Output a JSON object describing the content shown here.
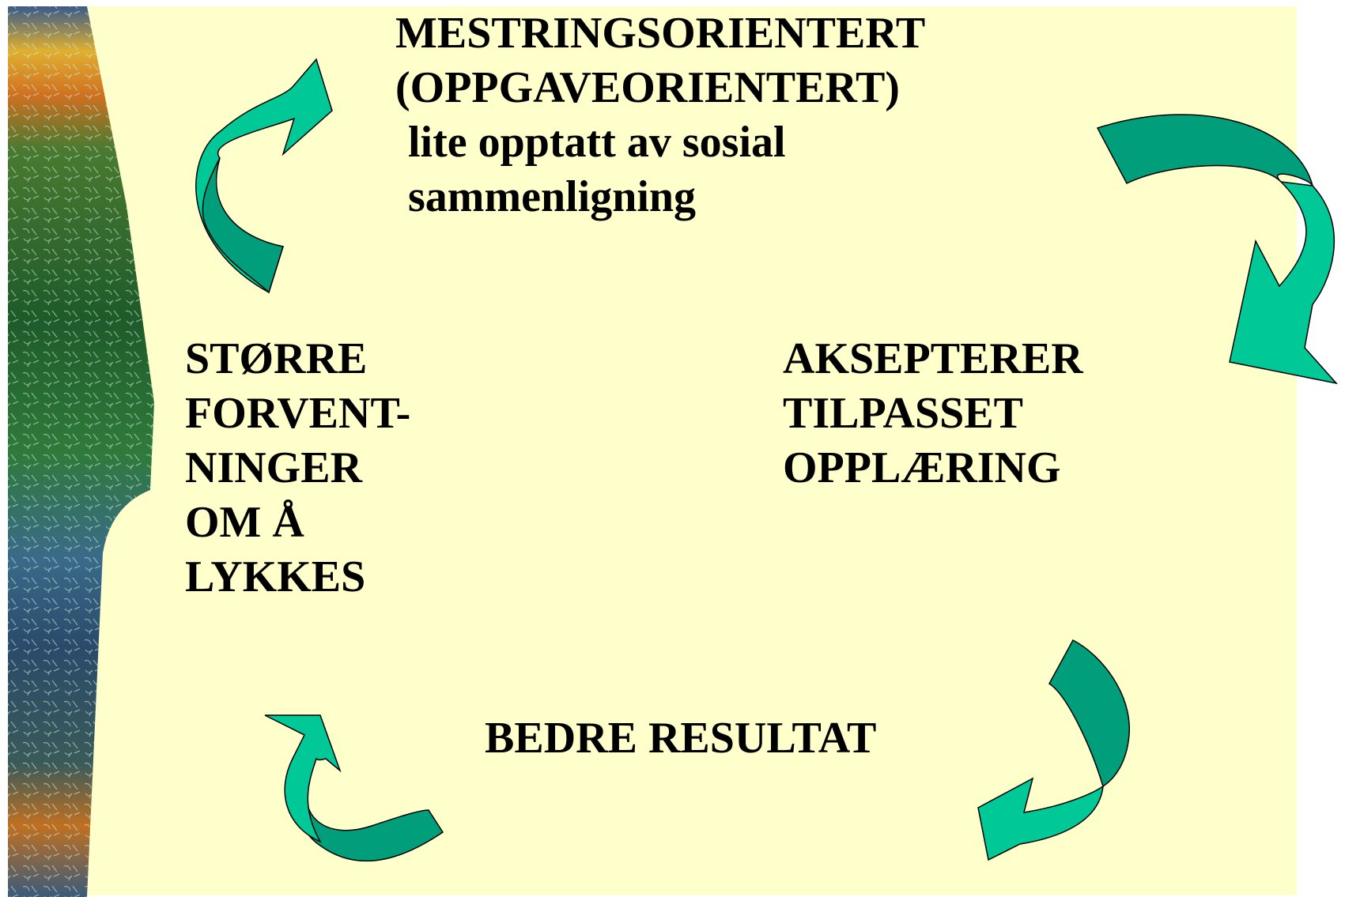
{
  "colors": {
    "background": "#ffffcc",
    "arrow_light": "#00c896",
    "arrow_dark": "#009e7a",
    "text": "#000000"
  },
  "top_block": {
    "line1": "MESTRINGSORIENTERT",
    "line2": "(OPPGAVEORIENTERT)",
    "line3": "lite opptatt av sosial",
    "line4": "sammenligning"
  },
  "left_block": {
    "line1": "STØRRE",
    "line2": "FORVENT-",
    "line3": "NINGER",
    "line4": "OM Å",
    "line5": "LYKKES"
  },
  "right_block": {
    "line1": "AKSEPTERER",
    "line2": "TILPASSET",
    "line3": "OPPLÆRING"
  },
  "bottom_block": {
    "line1": "BEDRE RESULTAT"
  },
  "icons": [
    "curved-arrow-icon",
    "curved-arrow-icon",
    "curved-arrow-icon",
    "curved-arrow-icon"
  ]
}
